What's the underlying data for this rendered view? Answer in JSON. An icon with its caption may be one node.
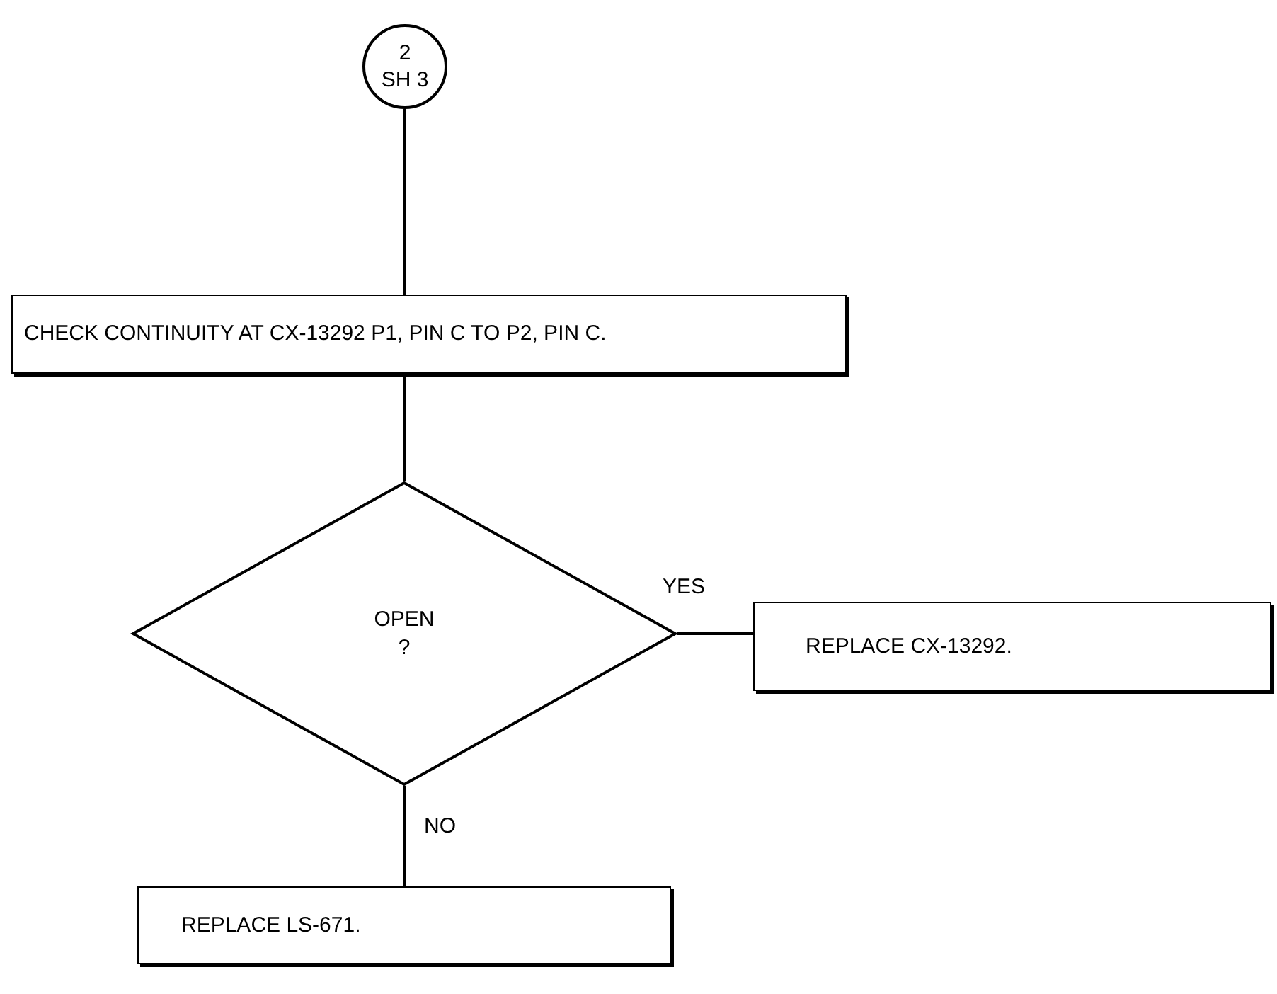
{
  "diagram": {
    "nodes": [
      {
        "text": [
          "2 SH 3"
        ]
      },
      {
        "text": [
          "CHECK CONTINUITY AT CX-13292 P1, PIN C TO P2, PIN C."
        ]
      },
      {
        "text": [
          "OPEN ?"
        ]
      },
      {
        "text": [
          "REPLACE CX-13292."
        ]
      },
      {
        "text": [
          "REPLACE LS-671."
        ]
      }
    ],
    "edges": [
      {
        "from": 0,
        "to": 1,
        "arrow": "none"
      },
      {
        "from": 1,
        "to": 2,
        "arrow": "none"
      },
      {
        "from": 2,
        "to": 3,
        "label": "YES",
        "arrow": "none"
      },
      {
        "from": 2,
        "to": 4,
        "label": "NO",
        "arrow": "none"
      }
    ]
  }
}
